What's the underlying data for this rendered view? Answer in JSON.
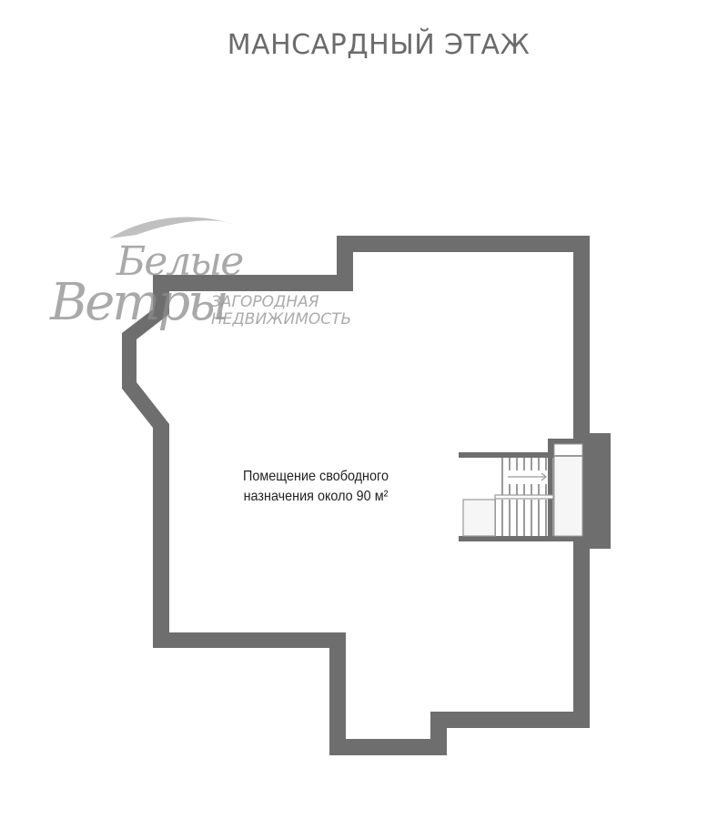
{
  "title": "МАНСАРДНЫЙ ЭТАЖ",
  "watermark": {
    "brand_line1": "Белые",
    "brand_line2": "Ветры",
    "tagline_line1": "ЗАГОРОДНАЯ",
    "tagline_line2": "НЕДВИЖИМОСТЬ"
  },
  "room": {
    "label_line1": "Помещение свободного",
    "label_line2": "назначения около 90 м²"
  },
  "colors": {
    "wall": "#6e6e6e",
    "stair_line": "#9a9a9a",
    "landing_fill": "#f6f6f6",
    "background": "#ffffff"
  }
}
